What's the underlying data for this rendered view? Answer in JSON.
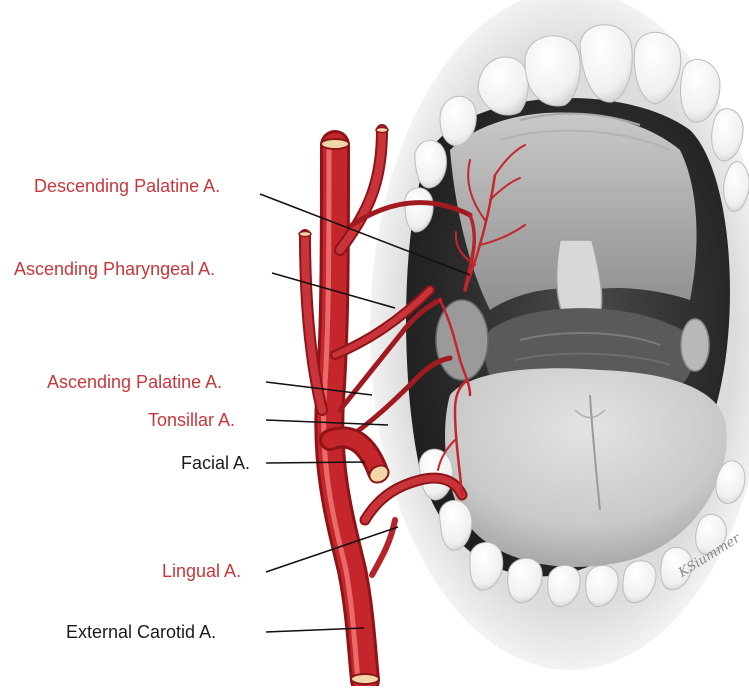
{
  "figure": {
    "labels": {
      "descending_palatine": "Descending Palatine A.",
      "ascending_pharyngeal": "Ascending Pharyngeal A.",
      "ascending_palatine": "Ascending Palatine A.",
      "tonsillar": "Tonsillar A.",
      "facial": "Facial A.",
      "lingual": "Lingual A.",
      "external_carotid": "External Carotid A."
    },
    "signature": "KSiummer",
    "colors": {
      "artery": "#c4262c",
      "artery_highlight": "#e86a6a",
      "artery_shadow": "#8e1418",
      "vessel_cut": "#f2d7a8",
      "red_label": "#c8373a",
      "black_label": "#1b1b1b",
      "leader_line": "#111111"
    }
  }
}
